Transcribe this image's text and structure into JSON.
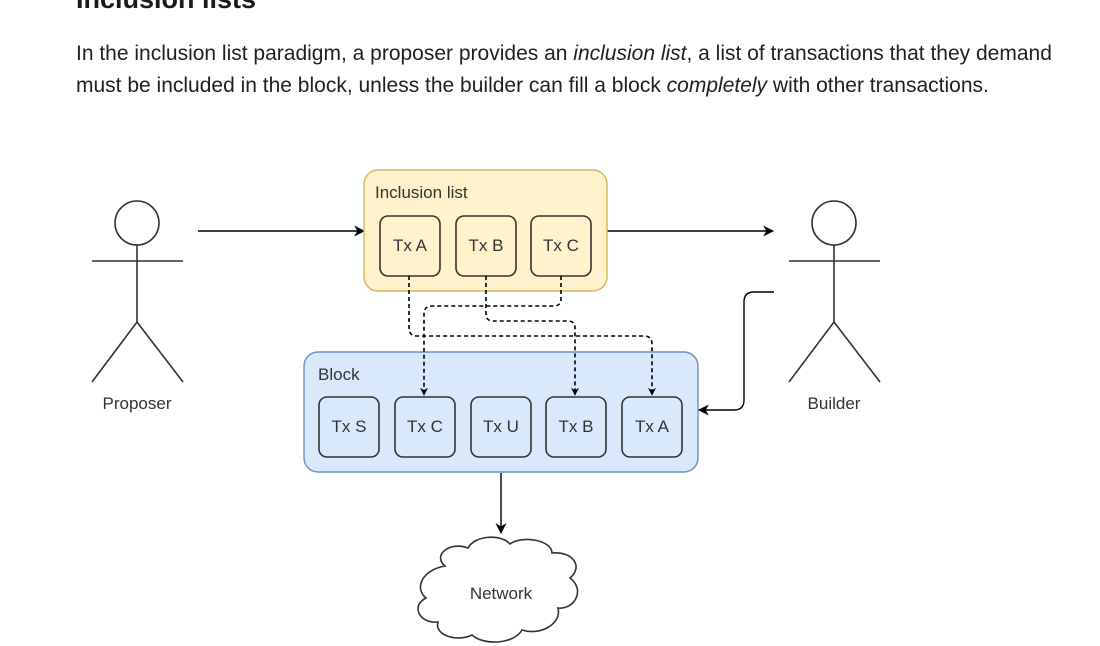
{
  "section": {
    "heading": "Inclusion lists",
    "paragraph": {
      "part1": "In the inclusion list paradigm, a proposer provides an ",
      "em1": "inclusion list",
      "part2": ", a list of transactions that they demand must be included in the block, unless the builder can fill a block ",
      "em2": "completely",
      "part3": " with other transactions."
    }
  },
  "diagram": {
    "actors": {
      "proposer": "Proposer",
      "builder": "Builder"
    },
    "inclusion_list": {
      "title": "Inclusion list",
      "txs": [
        "Tx A",
        "Tx B",
        "Tx C"
      ],
      "fill": "#fff2cc",
      "stroke": "#d6b656"
    },
    "block": {
      "title": "Block",
      "txs": [
        "Tx S",
        "Tx C",
        "Tx U",
        "Tx B",
        "Tx A"
      ],
      "fill": "#dae8fc",
      "stroke": "#6c8ebf"
    },
    "network": "Network"
  }
}
